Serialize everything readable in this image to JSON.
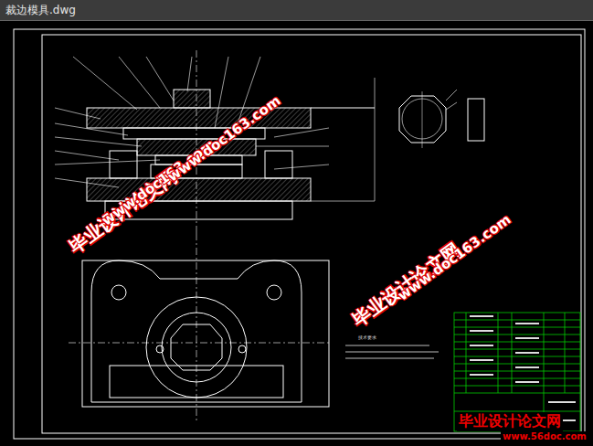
{
  "diagram": {
    "title": "裁边模具.dwg",
    "labels": [
      "毕业设计论文网",
      "www.doc163.com",
      "www.doc163.com",
      "毕业设计论文网",
      "www.doc163.com",
      "技术要求",
      "毕业设计论文网",
      "www.56doc.com"
    ]
  }
}
